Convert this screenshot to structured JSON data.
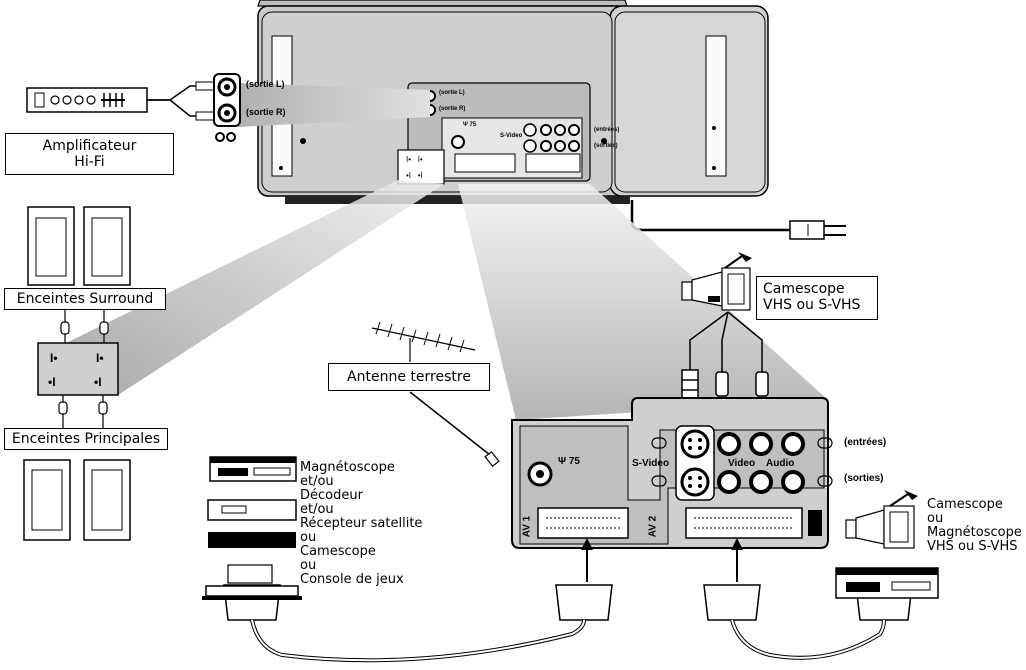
{
  "labels": {
    "amplifier": [
      "Amplificateur",
      "Hi-Fi"
    ],
    "surround": "Enceintes Surround",
    "main_speakers": "Enceintes Principales",
    "antenna": "Antenne terrestre",
    "camcorder_top": [
      "Camescope",
      "VHS ou S-VHS"
    ],
    "camcorder_right": [
      "Camescope",
      "ou",
      "Magnétoscope",
      "VHS ou S-VHS"
    ],
    "devices_left": [
      "Magnétoscope",
      "et/ou",
      "Décodeur",
      "et/ou",
      "Récepteur satellite",
      "ou",
      "Camescope",
      "ou",
      "Console de jeux"
    ]
  },
  "tv_back": {
    "sortie_l": "(sortie L)",
    "sortie_r": "(sortie R)",
    "antenna_small": "Ψ 75",
    "svideo_small": "S-Video",
    "entrees_small": "(entrées)",
    "sorties_small": "(sorties)"
  },
  "amp_pointer": {
    "sortie_l": "(sortie L)",
    "sortie_r": "(sortie R)"
  },
  "panel": {
    "antenna": "Ψ 75",
    "svideo": "S-Video",
    "video": "Video",
    "audio": "Audio",
    "entrees": "(entrées)",
    "sorties": "(sorties)",
    "av1": "AV 1",
    "av2": "AV 2"
  }
}
